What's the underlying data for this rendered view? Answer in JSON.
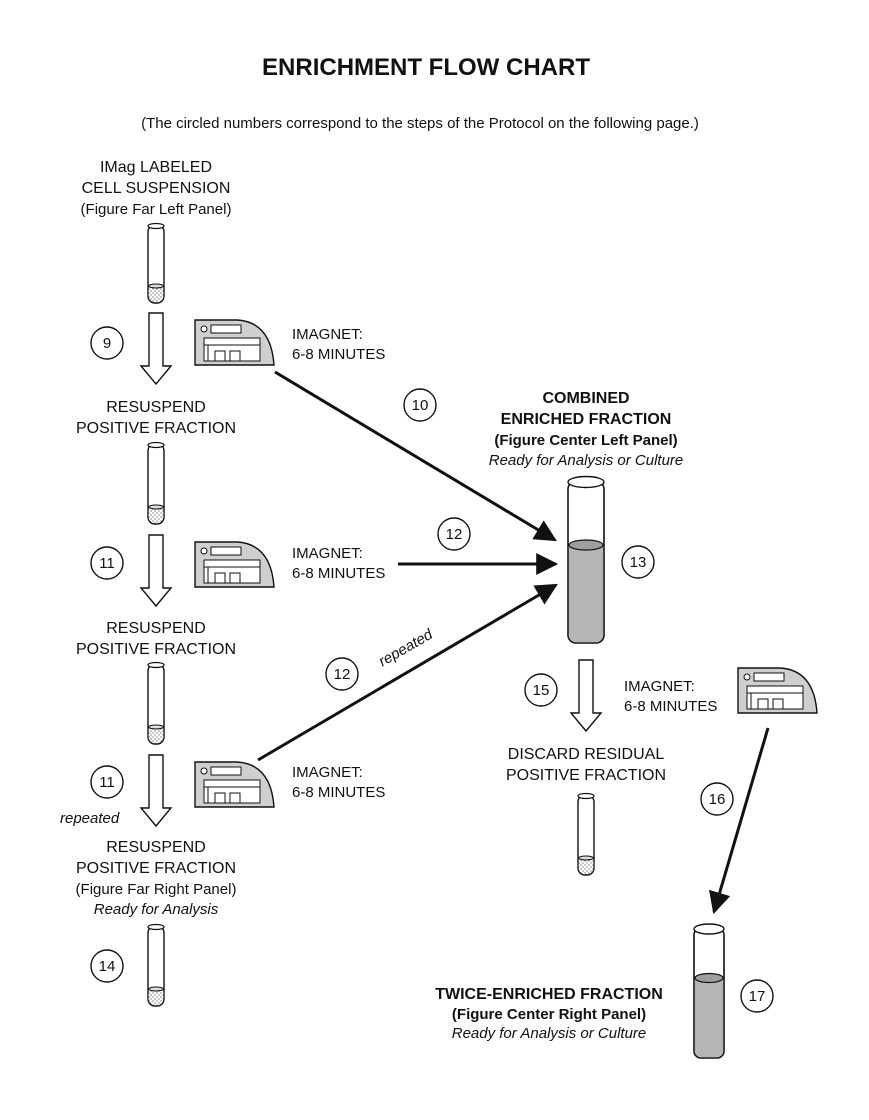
{
  "title": "ENRICHMENT FLOW CHART",
  "subtitle": "(The circled numbers correspond to the steps of the Protocol on the following page.)",
  "left_column": {
    "start_line1": "IMag LABELED",
    "start_line2": "CELL SUSPENSION",
    "start_note": "(Figure Far Left Panel)",
    "resuspend1_line1": "RESUSPEND",
    "resuspend1_line2": "POSITIVE FRACTION",
    "resuspend2_line1": "RESUSPEND",
    "resuspend2_line2": "POSITIVE FRACTION",
    "resuspend3_line1": "RESUSPEND",
    "resuspend3_line2": "POSITIVE FRACTION",
    "resuspend3_note": "(Figure Far Right Panel)",
    "resuspend3_ready": "Ready for Analysis",
    "repeated_label": "repeated"
  },
  "magnets": {
    "line1": "IMAGNET:",
    "line2": "6-8 MINUTES"
  },
  "combined": {
    "line1": "COMBINED",
    "line2": "ENRICHED FRACTION",
    "note": "(Figure Center Left Panel)",
    "ready": "Ready for Analysis or Culture",
    "repeated_label": "repeated"
  },
  "discard": {
    "line1": "DISCARD RESIDUAL",
    "line2": "POSITIVE FRACTION"
  },
  "twice": {
    "line1": "TWICE-ENRICHED FRACTION",
    "note": "(Figure Center Right Panel)",
    "ready": "Ready for Analysis or Culture"
  },
  "steps": [
    "9",
    "10",
    "11",
    "12",
    "13",
    "12",
    "11",
    "14",
    "15",
    "16",
    "17"
  ],
  "colors": {
    "ink": "#111111",
    "liquid": "#b5b5b5",
    "magnet": "#cfcfcf"
  }
}
